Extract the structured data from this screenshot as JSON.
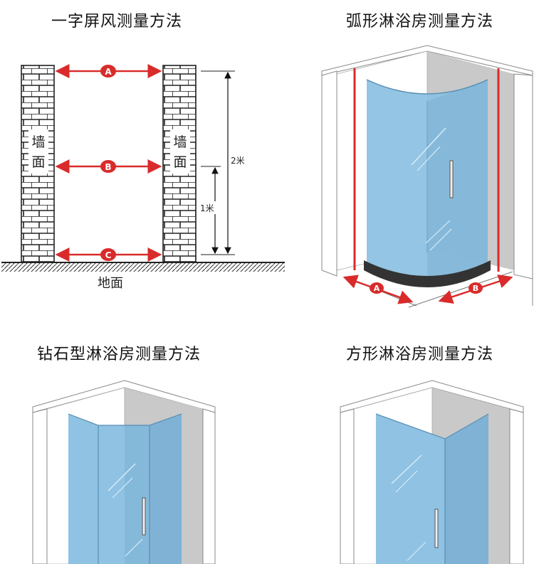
{
  "panels": [
    {
      "title": "一字屏风测量方法"
    },
    {
      "title": "弧形淋浴房测量方法"
    },
    {
      "title": "钻石型淋浴房测量方法"
    },
    {
      "title": "方形淋浴房测量方法"
    }
  ],
  "straight": {
    "wall_left_chars": [
      "墙",
      "面"
    ],
    "wall_right_chars": [
      "墙",
      "面"
    ],
    "markers": [
      "A",
      "B",
      "C"
    ],
    "height_2m": "2米",
    "height_1m": "1米",
    "floor_label": "地面"
  },
  "curved": {
    "markers": [
      "A",
      "B"
    ]
  },
  "colors": {
    "glass": "#8fc2e3",
    "glass_dark": "#7fb2d4",
    "wall_gray": "#c9c9c9",
    "red": "#d92b2b",
    "brick_line": "#222222"
  }
}
